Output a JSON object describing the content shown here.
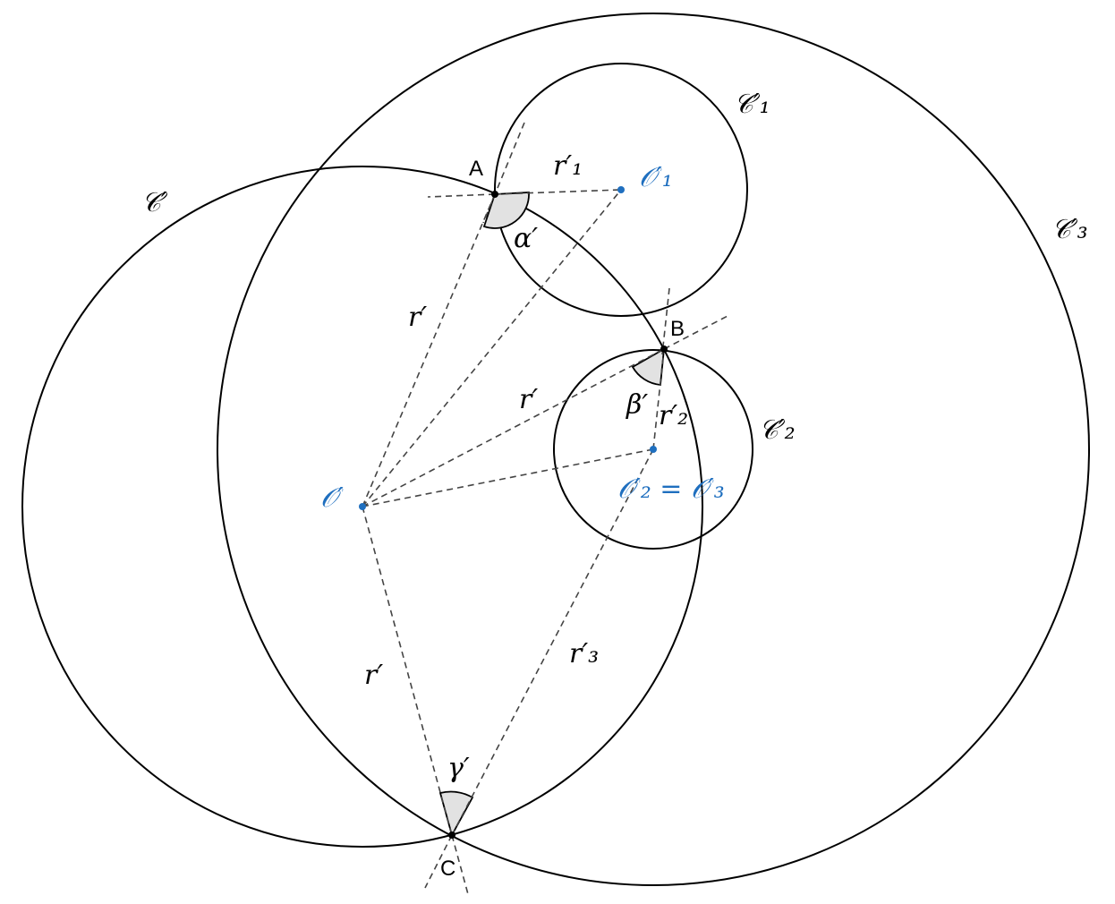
{
  "labels": {
    "C_prime": "𝒞′",
    "C1_prime": "𝒞′₁",
    "C2_prime": "𝒞′₂",
    "C3_prime": "𝒞′₃",
    "O_prime": "𝒪′",
    "O1_prime": "𝒪′₁",
    "O2_eq_O3": "𝒪′₂ = 𝒪′₃",
    "A": "A",
    "B": "B",
    "C": "C",
    "r_prime": "r′",
    "r1_prime": "r′₁",
    "r2_prime": "r′₂",
    "r3_prime": "r′₃",
    "alpha_prime": "α′",
    "beta_prime": "β′",
    "gamma_prime": "γ′"
  },
  "colors": {
    "lines": "#000000",
    "dashed": "#444444",
    "centers": "#1f6fbf",
    "angle_fill": "#e2e2e2"
  }
}
